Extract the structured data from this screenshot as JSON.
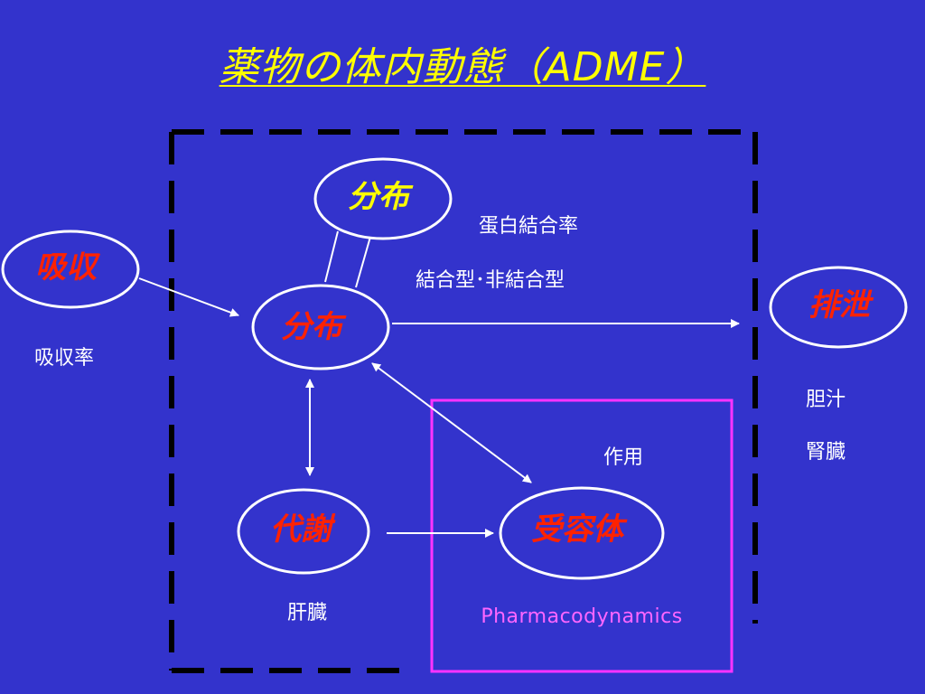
{
  "title": "薬物の体内動態（ADME）",
  "nodes": {
    "absorption": "吸収",
    "distribution_top": "分布",
    "distribution_center": "分布",
    "metabolism": "代謝",
    "receptor": "受容体",
    "excretion": "排泄"
  },
  "annotations": {
    "absorption_rate": "吸収率",
    "protein_binding_rate": "蛋白結合率",
    "binding_types": "結合型･非結合型",
    "bile": "胆汁",
    "kidney_excretion": "腎臓",
    "action": "作用",
    "liver": "肝臓",
    "pharmacodynamics": "Pharmacodynamics"
  },
  "colors": {
    "background": "#3333cc",
    "title": "#ffff00",
    "node_text_red": "#ff2200",
    "node_text_yellow": "#ffff00",
    "pd_box": "#ff33ff",
    "lines": "#ffffff",
    "dashed_box": "#000000"
  }
}
